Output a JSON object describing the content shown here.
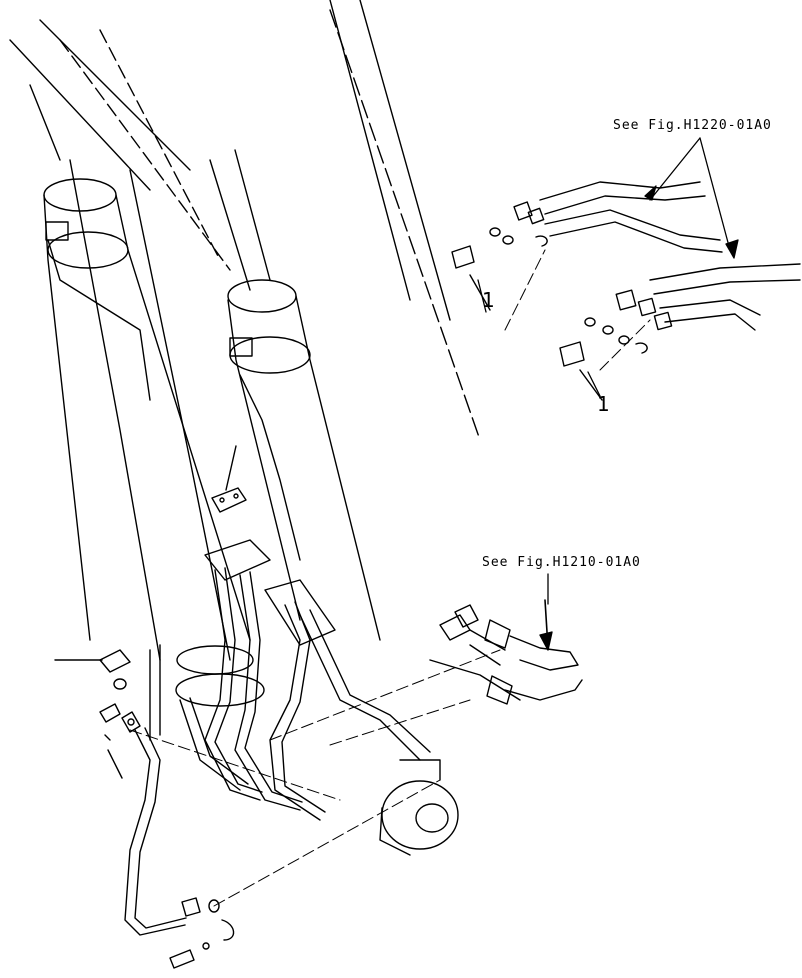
{
  "drawing": {
    "references": [
      {
        "id": "ref-top",
        "text": "See Fig.H1220-01A0"
      },
      {
        "id": "ref-mid",
        "text": "See Fig.H1210-01A0"
      }
    ],
    "item_numbers": [
      {
        "id": "item-top",
        "text": "1"
      },
      {
        "id": "item-mid",
        "text": "1"
      }
    ],
    "colors": {
      "ink": "#000000",
      "paper": "#ffffff"
    }
  }
}
